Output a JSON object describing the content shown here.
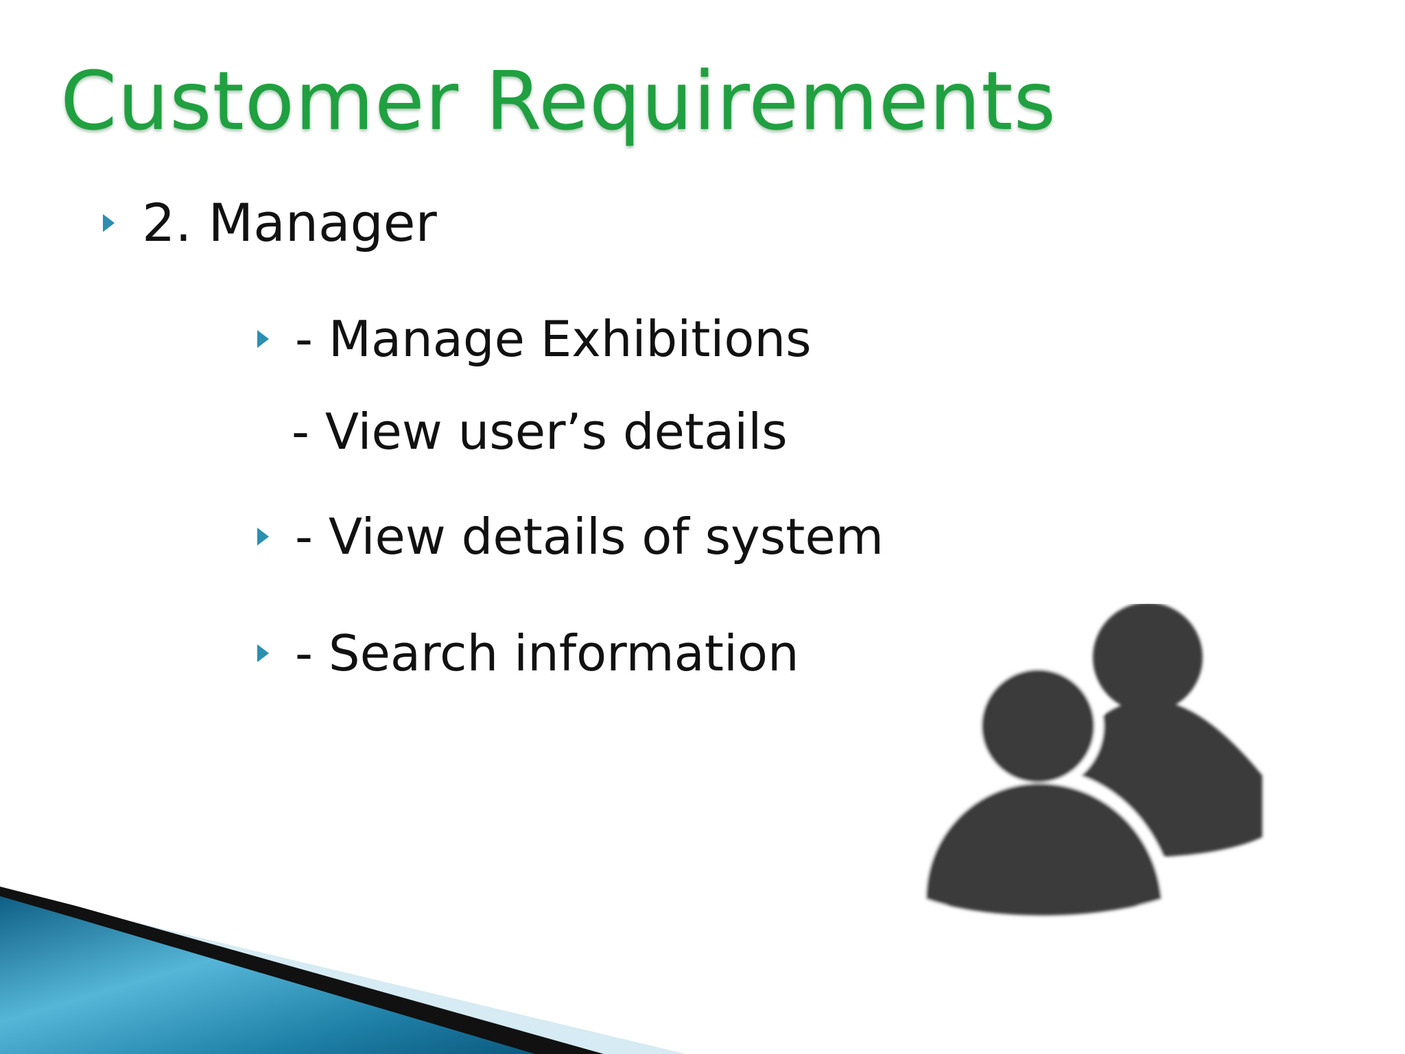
{
  "slide": {
    "title": "Customer Requirements",
    "heading_bullet": "2. Manager",
    "items": [
      "- Manage Exhibitions",
      "- View user’s details",
      "- View details of system",
      "- Search information"
    ]
  },
  "icons": {
    "bullet": "triangle-right-icon",
    "illustration": "users-icon"
  },
  "colors": {
    "title": "#20a040",
    "bullet_arrow": "#2b8fb0",
    "text": "#111111",
    "icon": "#3a3a3a",
    "swoosh_blue": "#1e7fa6"
  }
}
